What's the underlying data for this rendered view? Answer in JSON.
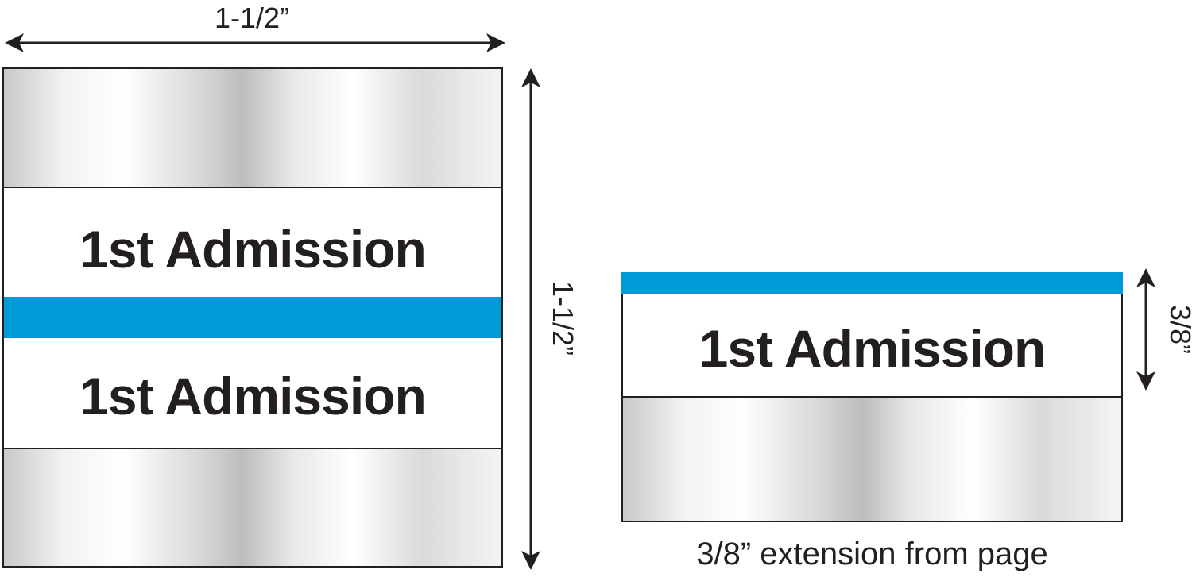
{
  "colors": {
    "stripe": "#009ad9",
    "ink": "#231f20",
    "border": "#231f20"
  },
  "left_tab": {
    "label_top": "1st Admission",
    "label_bottom": "1st Admission",
    "width_dimension": "1-1/2”",
    "height_dimension": "1-1/2”"
  },
  "right_tab": {
    "label": "1st Admission",
    "height_dimension": "3/8”",
    "caption": "3/8” extension from page"
  }
}
